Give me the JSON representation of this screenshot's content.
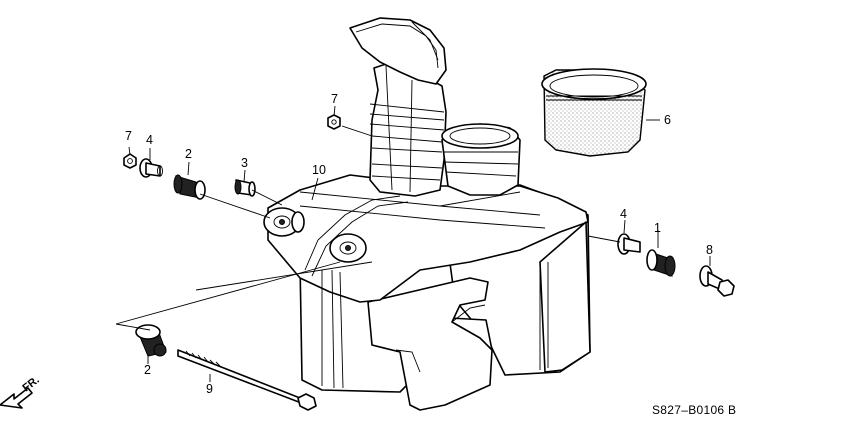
{
  "diagram_code": "S827–B0106 B",
  "direction_label": "FR.",
  "callouts": [
    {
      "id": "c7a",
      "label": "7"
    },
    {
      "id": "c7b",
      "label": "7"
    },
    {
      "id": "c4a",
      "label": "4"
    },
    {
      "id": "c2a",
      "label": "2"
    },
    {
      "id": "c3",
      "label": "3"
    },
    {
      "id": "c10",
      "label": "10"
    },
    {
      "id": "c6",
      "label": "6"
    },
    {
      "id": "c4b",
      "label": "4"
    },
    {
      "id": "c1",
      "label": "1"
    },
    {
      "id": "c8",
      "label": "8"
    },
    {
      "id": "c2b",
      "label": "2"
    },
    {
      "id": "c9",
      "label": "9"
    }
  ]
}
